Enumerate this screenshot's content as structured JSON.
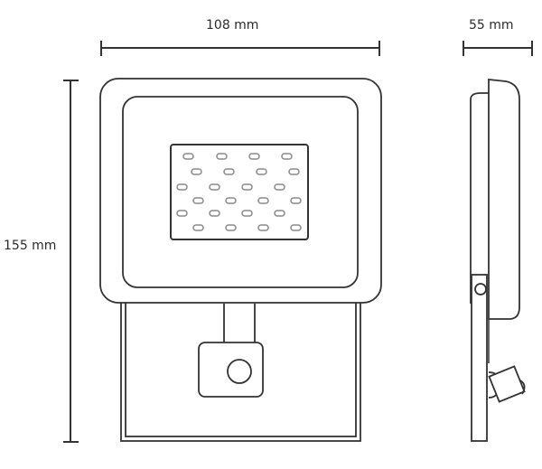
{
  "drawing": {
    "subject": "LED floodlight with motion sensor",
    "views": [
      "front",
      "side"
    ],
    "line_color": "#333333",
    "led_color": "#8a8a8a",
    "background": "#ffffff"
  },
  "dimensions": {
    "width": {
      "label": "108 mm",
      "value": 108,
      "unit": "mm"
    },
    "depth": {
      "label": "55 mm",
      "value": 55,
      "unit": "mm"
    },
    "height": {
      "label": "155 mm",
      "value": 155,
      "unit": "mm"
    }
  },
  "front_view": {
    "led_rows": 6,
    "leds_per_row": 4,
    "led_count": 24,
    "sensor": "motion-sensor-circle"
  }
}
